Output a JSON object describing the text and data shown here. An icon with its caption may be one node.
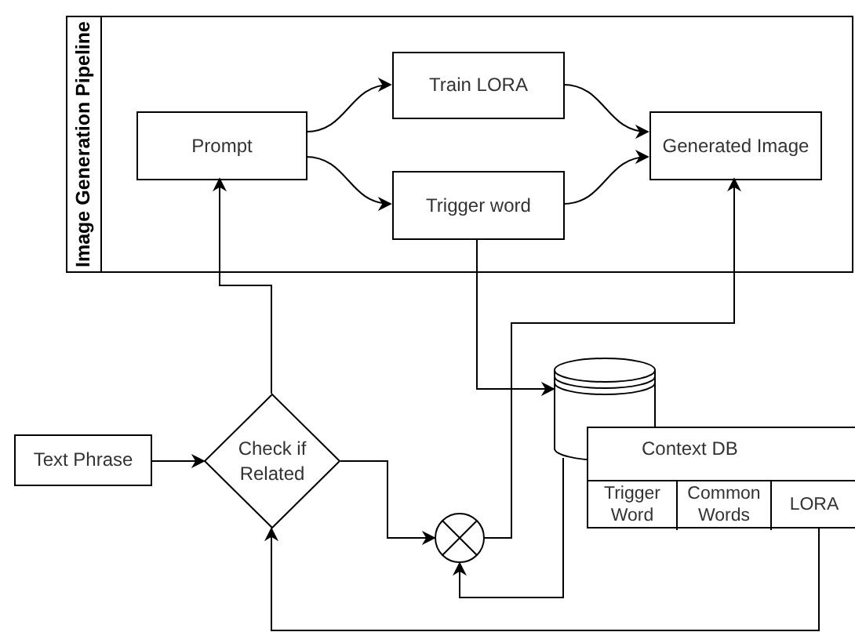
{
  "diagram": {
    "nodes": [
      {
        "text": [
          "Image Generation Pipeline"
        ]
      },
      {
        "text": [
          "Prompt"
        ],
        "in": 0
      },
      {
        "text": [
          "Train LORA"
        ],
        "in": 0
      },
      {
        "text": [
          "Trigger word"
        ],
        "in": 0
      },
      {
        "text": [
          "Generated Image"
        ],
        "in": 0
      },
      {
        "text": [
          "Text Phrase"
        ]
      },
      {
        "text": [
          "Check if Related"
        ]
      },
      {
        "text": [],
        "shape": "circle"
      },
      {
        "text": [],
        "shape": "cylinder"
      },
      {
        "text": [
          "Context DB"
        ]
      },
      {
        "text": [
          "Trigger Word"
        ],
        "in": 9
      },
      {
        "text": [
          "Common Words"
        ],
        "in": 9
      },
      {
        "text": [
          "LORA"
        ],
        "in": 9
      }
    ],
    "edges": [
      {
        "from": 1,
        "to": 2,
        "arrow": "to"
      },
      {
        "from": 1,
        "to": 3,
        "arrow": "to"
      },
      {
        "from": 2,
        "to": 4,
        "arrow": "to"
      },
      {
        "from": 3,
        "to": 4,
        "arrow": "to"
      },
      {
        "from": 6,
        "to": 1,
        "arrow": "to"
      },
      {
        "from": 3,
        "to": 8,
        "arrow": "to"
      },
      {
        "from": 7,
        "to": 4,
        "arrow": "to"
      },
      {
        "from": 5,
        "to": 6,
        "arrow": "to"
      },
      {
        "from": 6,
        "to": 7,
        "arrow": "to"
      },
      {
        "from": 8,
        "to": 7,
        "arrow": "to"
      },
      {
        "from": 12,
        "to": 6,
        "arrow": "to"
      }
    ]
  }
}
